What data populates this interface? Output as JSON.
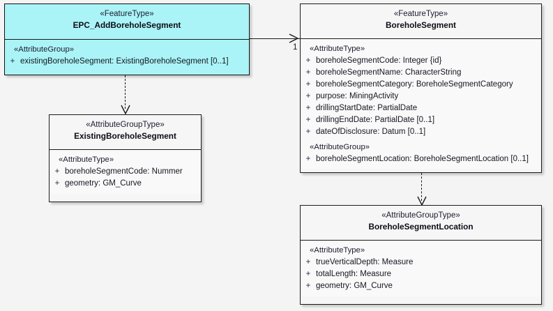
{
  "diagram": {
    "title": "EPC_AddBoreholeSegment UML class diagram",
    "background_color": "#f4f4f4",
    "highlight_color": "#aaf4f7",
    "box_fill_color": "#f6f6f6",
    "border_color": "#1a1a1a"
  },
  "classes": {
    "epc_add_borehole_segment": {
      "stereotype": "«FeatureType»",
      "name": "EPC_AddBoreholeSegment",
      "highlighted": true,
      "compartments": [
        {
          "group_stereotype": "«AttributeGroup»",
          "attributes": [
            {
              "visibility": "+",
              "text": "existingBoreholeSegment: ExistingBoreholeSegment [0..1]"
            }
          ]
        }
      ]
    },
    "borehole_segment": {
      "stereotype": "«FeatureType»",
      "name": "BoreholeSegment",
      "highlighted": false,
      "compartments": [
        {
          "group_stereotype": "«AttributeType»",
          "attributes": [
            {
              "visibility": "+",
              "text": "boreholeSegmentCode: Integer {id}"
            },
            {
              "visibility": "+",
              "text": "boreholeSegmentName: CharacterString"
            },
            {
              "visibility": "+",
              "text": "boreholeSegmentCategory: BoreholeSegmentCategory"
            },
            {
              "visibility": "+",
              "text": "purpose: MiningActivity"
            },
            {
              "visibility": "+",
              "text": "drillingStartDate: PartialDate"
            },
            {
              "visibility": "+",
              "text": "drillingEndDate: PartialDate [0..1]"
            },
            {
              "visibility": "+",
              "text": "dateOfDisclosure: Datum [0..1]"
            }
          ]
        },
        {
          "group_stereotype": "«AttributeGroup»",
          "attributes": [
            {
              "visibility": "+",
              "text": "boreholeSegmentLocation: BoreholeSegmentLocation [0..1]"
            }
          ]
        }
      ]
    },
    "existing_borehole_segment": {
      "stereotype": "«AttributeGroupType»",
      "name": "ExistingBoreholeSegment",
      "highlighted": false,
      "compartments": [
        {
          "group_stereotype": "«AttributeType»",
          "attributes": [
            {
              "visibility": "+",
              "text": "boreholeSegmentCode: Nummer"
            },
            {
              "visibility": "+",
              "text": "geometry: GM_Curve"
            }
          ]
        }
      ]
    },
    "borehole_segment_location": {
      "stereotype": "«AttributeGroupType»",
      "name": "BoreholeSegmentLocation",
      "highlighted": false,
      "compartments": [
        {
          "group_stereotype": "«AttributeType»",
          "attributes": [
            {
              "visibility": "+",
              "text": "trueVerticalDepth: Measure"
            },
            {
              "visibility": "+",
              "text": "totalLength: Measure"
            },
            {
              "visibility": "+",
              "text": "geometry: GM_Curve"
            }
          ]
        }
      ]
    }
  },
  "connectors": {
    "association_to_borehole_segment": {
      "kind": "association-open-arrow",
      "from": "epc_add_borehole_segment",
      "to": "borehole_segment",
      "target_multiplicity": "1"
    },
    "dependency_to_existing": {
      "kind": "dependency-dashed",
      "from": "epc_add_borehole_segment",
      "to": "existing_borehole_segment",
      "target_multiplicity": ""
    },
    "dependency_to_location": {
      "kind": "dependency-dashed",
      "from": "borehole_segment",
      "to": "borehole_segment_location",
      "target_multiplicity": ""
    }
  }
}
